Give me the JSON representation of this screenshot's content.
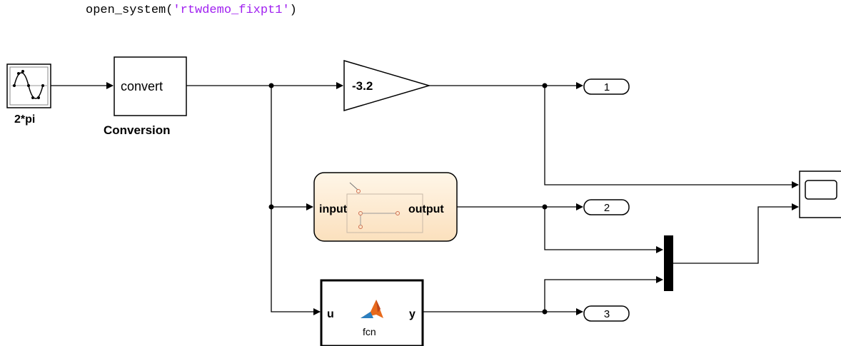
{
  "command": {
    "prefix": "open_system(",
    "argument": "'rtwdemo_fixpt1'",
    "suffix": ")"
  },
  "blocks": {
    "sine": {
      "label": "2*pi",
      "icon": "sine-wave-icon"
    },
    "conversion": {
      "text": "convert",
      "label": "Conversion"
    },
    "gain": {
      "value": "-3.2"
    },
    "chart": {
      "input_port": "input",
      "output_port": "output",
      "icon": "stateflow-chart-icon"
    },
    "fcn": {
      "input_port": "u",
      "output_port": "y",
      "label": "fcn",
      "icon": "matlab-logo-icon"
    },
    "outports": [
      "1",
      "2",
      "3"
    ],
    "scope": {
      "icon": "scope-icon"
    },
    "mux": {
      "icon": "mux-bar"
    }
  },
  "colors": {
    "code_string": "#a020f0",
    "chart_fill": "#fdecd4",
    "line": "#000000"
  }
}
